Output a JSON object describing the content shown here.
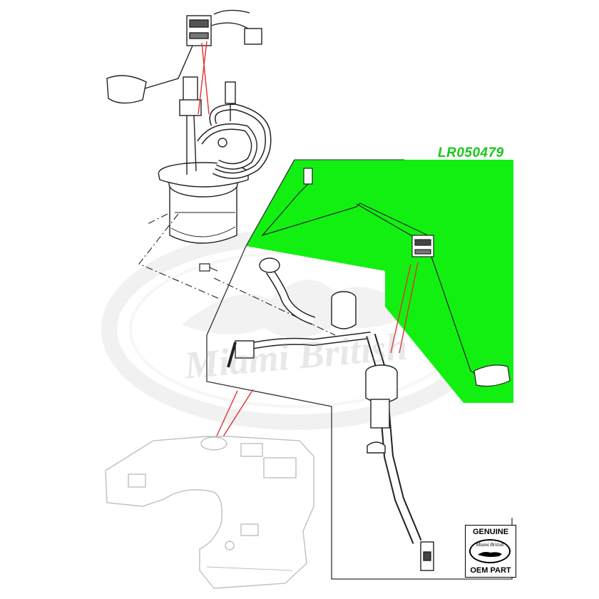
{
  "part_number": "LR050479",
  "watermark": "Miami British",
  "badge": {
    "top": "GENUINE",
    "oval_text": "Miami British",
    "bottom": "OEM PART"
  },
  "colors": {
    "highlight": "#12f012",
    "part_number": "#19c819",
    "leader": "#e23030",
    "line": "#333333",
    "tank": "#bfbfbf"
  }
}
